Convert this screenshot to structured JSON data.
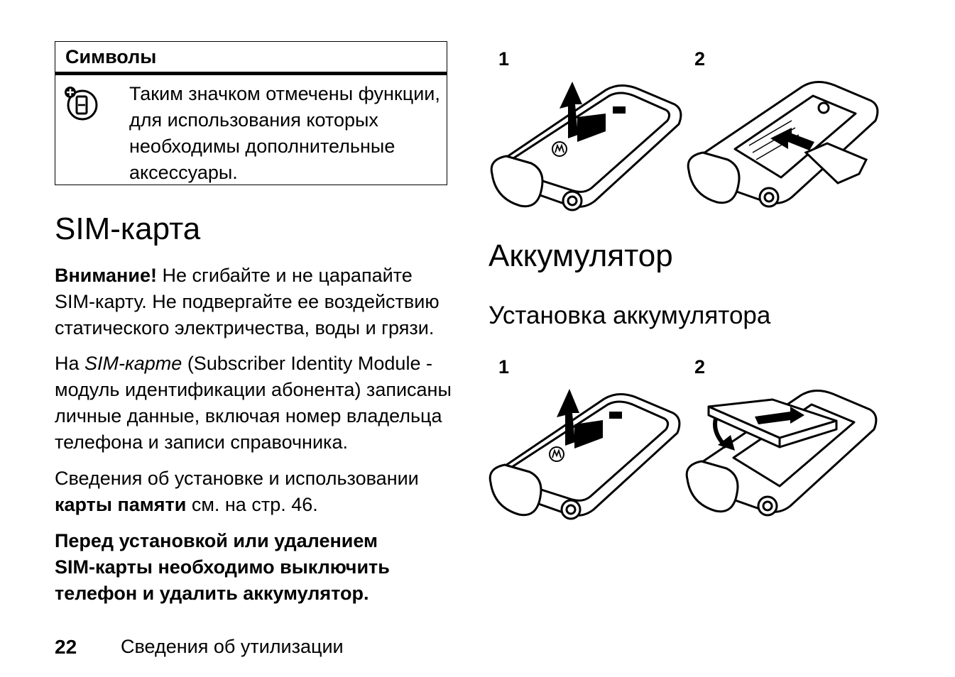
{
  "symbols_table": {
    "header": "Символы",
    "icon": "optional-accessory-icon",
    "description": "Таким значком отмечены функции, для использования которых необходимы дополнительные аксессуары."
  },
  "sim_section": {
    "title": "SIM-карта",
    "warning_label": "Внимание!",
    "warning_text": " Не сгибайте и не царапайте SIM-карту. Не подвергайте ее воздействию статического электричества, воды и грязи.",
    "para1_prefix": "На ",
    "para1_term": "SIM-карте",
    "para1_rest": " (Subscriber Identity Module - модуль идентификации абонента) записаны личные данные, включая номер владельца телефона и записи справочника.",
    "para2_prefix": "Сведения об установке и использовании ",
    "para2_bold": "карты памяти",
    "para2_suffix": " см. на стр. 46.",
    "notice": "Перед установкой или удалением SIM-карты необходимо выключить телефон и удалить аккумулятор."
  },
  "sim_steps": {
    "step1": "1",
    "step2": "2"
  },
  "battery_section": {
    "title": "Аккумулятор",
    "subtitle": "Установка аккумулятора"
  },
  "battery_steps": {
    "step1": "1",
    "step2": "2"
  },
  "footer": {
    "page_number": "22",
    "section_name": "Сведения об утилизации"
  }
}
